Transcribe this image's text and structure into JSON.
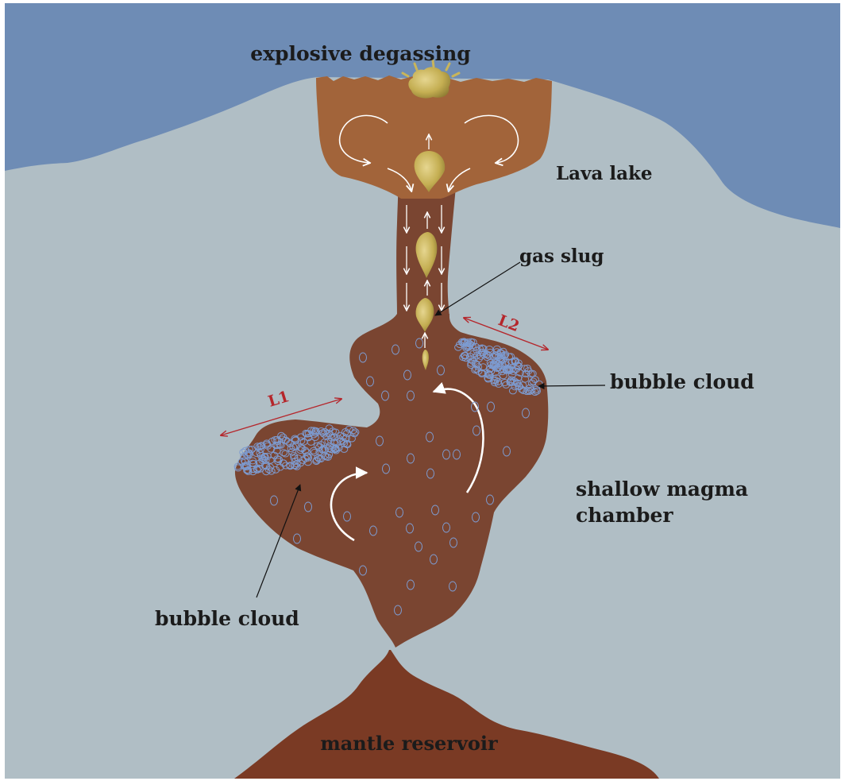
{
  "labels": {
    "explosive_degassing": "explosive degassing",
    "lava_lake": "Lava lake",
    "gas_slug": "gas slug",
    "bubble_cloud_right": "bubble cloud",
    "bubble_cloud_left": "bubble cloud",
    "shallow_chamber_line1": "shallow magma",
    "shallow_chamber_line2": "chamber",
    "mantle_reservoir": "mantle reservoir",
    "length_1": "L1",
    "length_2": "L2"
  },
  "colors": {
    "sky": "#6e8cb5",
    "mountain": "#b0bec5",
    "lava_lake": "#a2643a",
    "magma": "#7a4531",
    "mantle": "#7a3a24",
    "gas": "#c9b55a",
    "bubble": "#7d9bd0",
    "dimension_line": "#b5262b"
  }
}
